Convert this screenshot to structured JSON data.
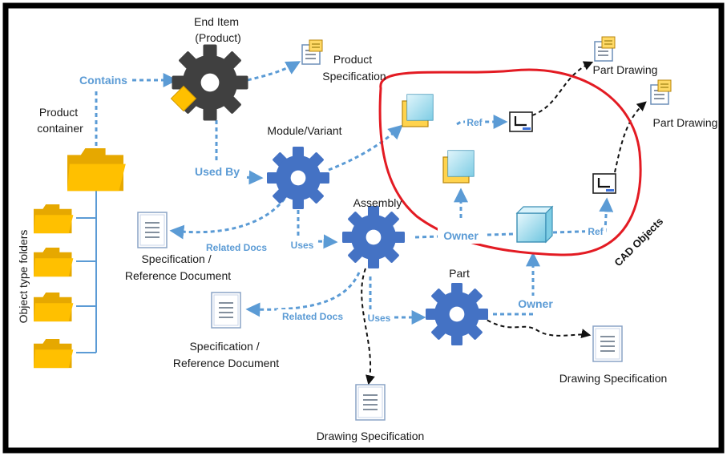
{
  "nodes": {
    "end_item": "End Item\n(Product)",
    "product_spec": "Product\nSpecification",
    "product_container": "Product\ncontainer",
    "module_variant": "Module/Variant",
    "assembly": "Assembly",
    "part": "Part",
    "spec_ref_1": "Specification /\nReference Document",
    "spec_ref_2": "Specification /\nReference Document",
    "drawing_spec_1": "Drawing Specification",
    "drawing_spec_2": "Drawing Specification",
    "part_drawing_1": "Part Drawing",
    "part_drawing_2": "Part Drawing",
    "object_type_folders": "Object type folders",
    "cad_objects": "CAD Objects"
  },
  "edges": {
    "contains": "Contains",
    "used_by": "Used By",
    "related_docs_1": "Related Docs",
    "related_docs_2": "Related Docs",
    "uses_1": "Uses",
    "uses_2": "Uses",
    "owner_1": "Owner",
    "owner_2": "Owner",
    "ref_1": "Ref",
    "ref_2": "Ref"
  },
  "colors": {
    "gear_dark": "#404040",
    "gear_blue": "#4472c4",
    "arrow_blue": "#5b9bd5",
    "folder": "#ffc000",
    "cad_circle": "#e31b23",
    "frame": "#000000"
  }
}
